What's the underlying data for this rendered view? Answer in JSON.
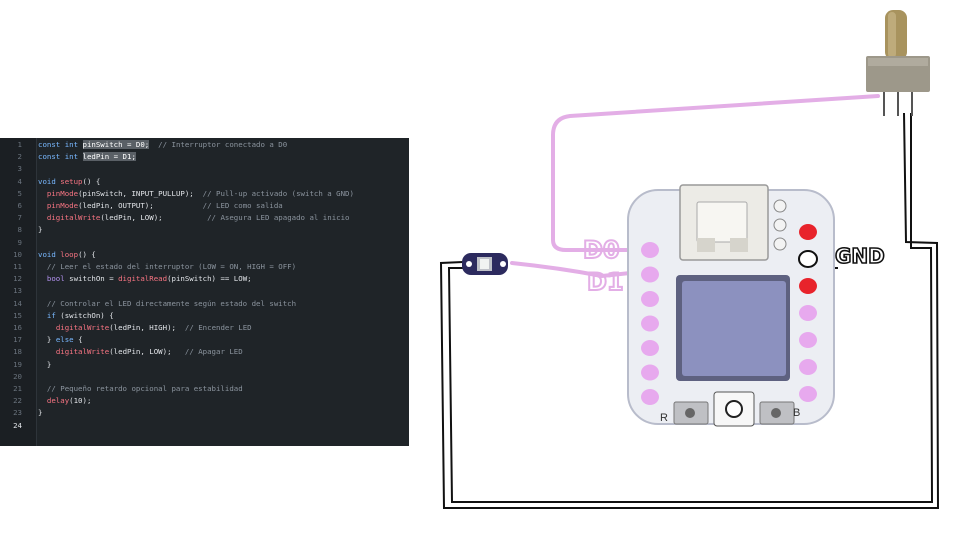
{
  "code_editor": {
    "lines": [
      {
        "n": "1",
        "tokens": [
          {
            "t": "kw",
            "v": "const int "
          },
          {
            "t": "hl",
            "v": "pinSwitch = D0;"
          },
          {
            "t": "cm",
            "v": "  // Interruptor conectado a D0"
          }
        ]
      },
      {
        "n": "2",
        "tokens": [
          {
            "t": "kw",
            "v": "const int "
          },
          {
            "t": "hl",
            "v": "ledPin = D1;"
          }
        ]
      },
      {
        "n": "3",
        "tokens": []
      },
      {
        "n": "4",
        "tokens": [
          {
            "t": "kw",
            "v": "void "
          },
          {
            "t": "fn",
            "v": "setup"
          },
          {
            "t": "tx",
            "v": "() {"
          }
        ]
      },
      {
        "n": "5",
        "tokens": [
          {
            "t": "tx",
            "v": "  "
          },
          {
            "t": "fn",
            "v": "pinMode"
          },
          {
            "t": "tx",
            "v": "(pinSwitch, INPUT_PULLUP);"
          },
          {
            "t": "cm",
            "v": "  // Pull-up activado (switch a GND)"
          }
        ]
      },
      {
        "n": "6",
        "tokens": [
          {
            "t": "tx",
            "v": "  "
          },
          {
            "t": "fn",
            "v": "pinMode"
          },
          {
            "t": "tx",
            "v": "(ledPin, OUTPUT);"
          },
          {
            "t": "cm",
            "v": "           // LED como salida"
          }
        ]
      },
      {
        "n": "7",
        "tokens": [
          {
            "t": "tx",
            "v": "  "
          },
          {
            "t": "fn",
            "v": "digitalWrite"
          },
          {
            "t": "tx",
            "v": "(ledPin, LOW);"
          },
          {
            "t": "cm",
            "v": "          // Asegura LED apagado al inicio"
          }
        ]
      },
      {
        "n": "8",
        "tokens": [
          {
            "t": "tx",
            "v": "}"
          }
        ]
      },
      {
        "n": "9",
        "tokens": []
      },
      {
        "n": "10",
        "tokens": [
          {
            "t": "kw",
            "v": "void "
          },
          {
            "t": "fn",
            "v": "loop"
          },
          {
            "t": "tx",
            "v": "() {"
          }
        ]
      },
      {
        "n": "11",
        "tokens": [
          {
            "t": "cm",
            "v": "  // Leer el estado del interruptor (LOW = ON, HIGH = OFF)"
          }
        ]
      },
      {
        "n": "12",
        "tokens": [
          {
            "t": "tx",
            "v": "  "
          },
          {
            "t": "type",
            "v": "bool "
          },
          {
            "t": "tx",
            "v": "switchOn = "
          },
          {
            "t": "fn",
            "v": "digitalRead"
          },
          {
            "t": "tx",
            "v": "(pinSwitch) == LOW;"
          }
        ]
      },
      {
        "n": "13",
        "tokens": []
      },
      {
        "n": "14",
        "tokens": [
          {
            "t": "cm",
            "v": "  // Controlar el LED directamente según estado del switch"
          }
        ]
      },
      {
        "n": "15",
        "tokens": [
          {
            "t": "tx",
            "v": "  "
          },
          {
            "t": "kw",
            "v": "if "
          },
          {
            "t": "tx",
            "v": "(switchOn) {"
          }
        ]
      },
      {
        "n": "16",
        "tokens": [
          {
            "t": "tx",
            "v": "    "
          },
          {
            "t": "fn",
            "v": "digitalWrite"
          },
          {
            "t": "tx",
            "v": "(ledPin, HIGH);"
          },
          {
            "t": "cm",
            "v": "  // Encender LED"
          }
        ]
      },
      {
        "n": "17",
        "tokens": [
          {
            "t": "tx",
            "v": "  } "
          },
          {
            "t": "kw",
            "v": "else "
          },
          {
            "t": "tx",
            "v": "{"
          }
        ]
      },
      {
        "n": "18",
        "tokens": [
          {
            "t": "tx",
            "v": "    "
          },
          {
            "t": "fn",
            "v": "digitalWrite"
          },
          {
            "t": "tx",
            "v": "(ledPin, LOW);"
          },
          {
            "t": "cm",
            "v": "   // Apagar LED"
          }
        ]
      },
      {
        "n": "19",
        "tokens": [
          {
            "t": "tx",
            "v": "  }"
          }
        ]
      },
      {
        "n": "20",
        "tokens": []
      },
      {
        "n": "21",
        "tokens": [
          {
            "t": "cm",
            "v": "  // Pequeño retardo opcional para estabilidad"
          }
        ]
      },
      {
        "n": "22",
        "tokens": [
          {
            "t": "tx",
            "v": "  "
          },
          {
            "t": "fn",
            "v": "delay"
          },
          {
            "t": "tx",
            "v": "(10);"
          }
        ]
      },
      {
        "n": "23",
        "tokens": [
          {
            "t": "tx",
            "v": "}"
          }
        ]
      },
      {
        "n": "24",
        "tokens": []
      }
    ],
    "active_line": "24"
  },
  "diagram": {
    "labels": {
      "d0": "D0",
      "d1": "D1",
      "gnd": "GND",
      "button_left": "R",
      "button_right": "B"
    },
    "colors": {
      "wire_pink": "#e3aee6",
      "wire_black": "#111111",
      "pad_pink": "#e7a9ee",
      "pad_red": "#e8232b",
      "board": "#eceef3",
      "screen": "#8c91bf",
      "usb": "#ecebe6",
      "switch_body": "#9d988a",
      "led_module": "#2c2a5e"
    }
  }
}
